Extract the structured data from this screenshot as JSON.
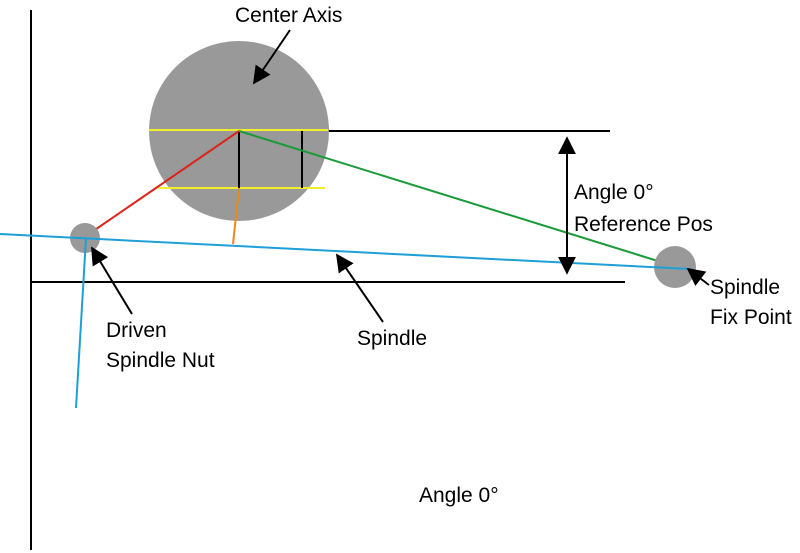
{
  "labels": {
    "center_axis": "Center Axis",
    "angle_ref_line1": "Angle 0°",
    "angle_ref_line2": "Reference Pos",
    "spindle_fix_line1": "Spindle",
    "spindle_fix_line2": "Fix Point",
    "driven_nut_line1": "Driven",
    "driven_nut_line2": "Spindle Nut",
    "spindle": "Spindle",
    "caption": "Angle 0°"
  },
  "colors": {
    "disc": "#999999",
    "frame": "#000000",
    "spindle": "#1e9fd8",
    "red_arm": "#d9261c",
    "green_arm": "#1a9b3a",
    "orange_arm": "#e88a1a",
    "yellow_lines": "#f2ee2a"
  }
}
